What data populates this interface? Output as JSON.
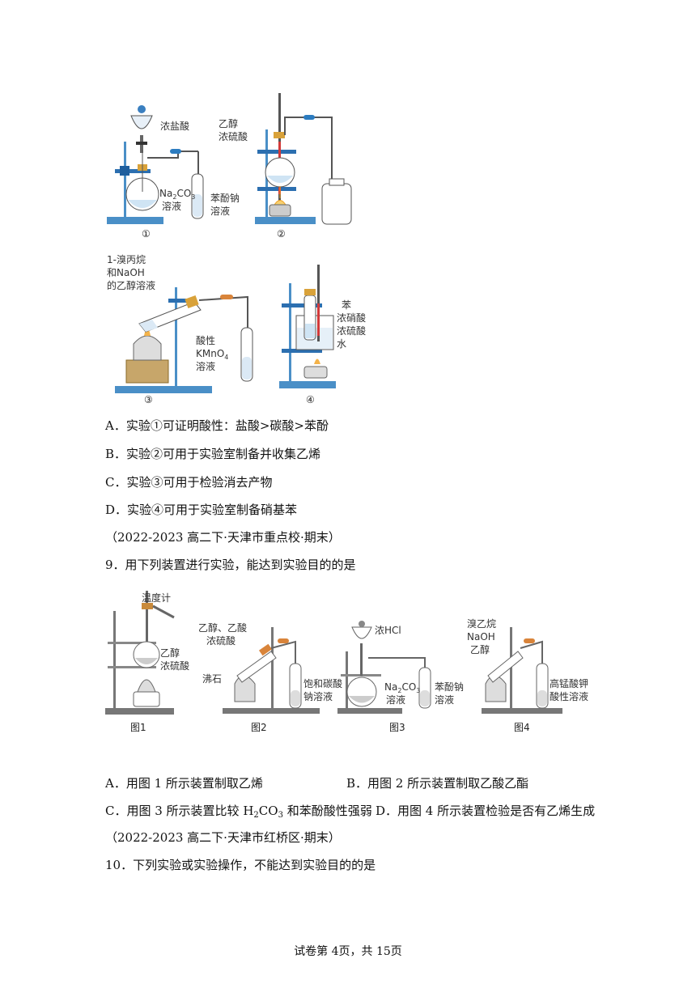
{
  "fig_top": {
    "labels": {
      "a1_acid": "浓盐酸",
      "a1_na2co3_a": "Na",
      "a1_na2co3_b": "2",
      "a1_na2co3_c": "CO",
      "a1_na2co3_d": "3",
      "a1_sol": "溶液",
      "a1_phenolate_a": "苯酚钠",
      "a1_phenolate_b": "溶液",
      "a1_num": "①",
      "a2_ethanol": "乙醇",
      "a2_h2so4": "浓硫酸",
      "a2_num": "②",
      "a3_l1": "1-溴丙烷",
      "a3_l2": "和NaOH",
      "a3_l3": "的乙醇溶液",
      "a3_acidic": "酸性",
      "a3_kmno4_a": "KMnO",
      "a3_kmno4_b": "4",
      "a3_sol": "溶液",
      "a3_num": "③",
      "a4_benzene": "苯",
      "a4_hno3": "浓硝酸",
      "a4_h2so4": "浓硫酸",
      "a4_water": "水",
      "a4_num": "④"
    }
  },
  "q8_options": {
    "A": "A．实验①可证明酸性：盐酸>碳酸>苯酚",
    "B": "B．实验②可用于实验室制备并收集乙烯",
    "C": "C．实验③可用于检验消去产物",
    "D": "D．实验④可用于实验室制备硝基苯"
  },
  "q9": {
    "source": "（2022-2023 高二下·天津市重点校·期末）",
    "stem": "9．用下列装置进行实验，能达到实验目的的是",
    "figure": {
      "thermo": "温度计",
      "f1_ethanol": "乙醇",
      "f1_h2so4": "浓硫酸",
      "f1_caption": "图1",
      "f2_l1": "乙醇、乙酸",
      "f2_l2": "浓硫酸",
      "f2_boil": "沸石",
      "f2_sat1": "饱和碳酸",
      "f2_sat2": "钠溶液",
      "f2_caption": "图2",
      "f3_hcl": "浓HCl",
      "f3_na2co3_a": "Na",
      "f3_na2co3_b": "2",
      "f3_na2co3_c": "CO",
      "f3_na2co3_d": "3",
      "f3_sol": "溶液",
      "f3_phen1": "苯酚钠",
      "f3_phen2": "溶液",
      "f3_caption": "图3",
      "f4_l1": "溴乙烷",
      "f4_l2": "NaOH",
      "f4_l3": "乙醇",
      "f4_kmno4_1": "高锰酸钾",
      "f4_kmno4_2": "酸性溶液",
      "f4_caption": "图4"
    },
    "optA": "A．用图 1 所示装置制取乙烯",
    "optB": "B．用图 2 所示装置制取乙酸乙酯",
    "optC_a": "C．用图 3 所示装置比较 H",
    "optC_sub1": "2",
    "optC_b": "CO",
    "optC_sub2": "3",
    "optC_c": " 和苯酚酸性强弱",
    "optD": "D．用图 4 所示装置检验是否有乙烯生成"
  },
  "q10": {
    "source": "（2022-2023 高二下·天津市红桥区·期末）",
    "stem": "10．下列实验或实验操作，不能达到实验目的的是"
  },
  "footer": "试卷第 4页，共 15页"
}
